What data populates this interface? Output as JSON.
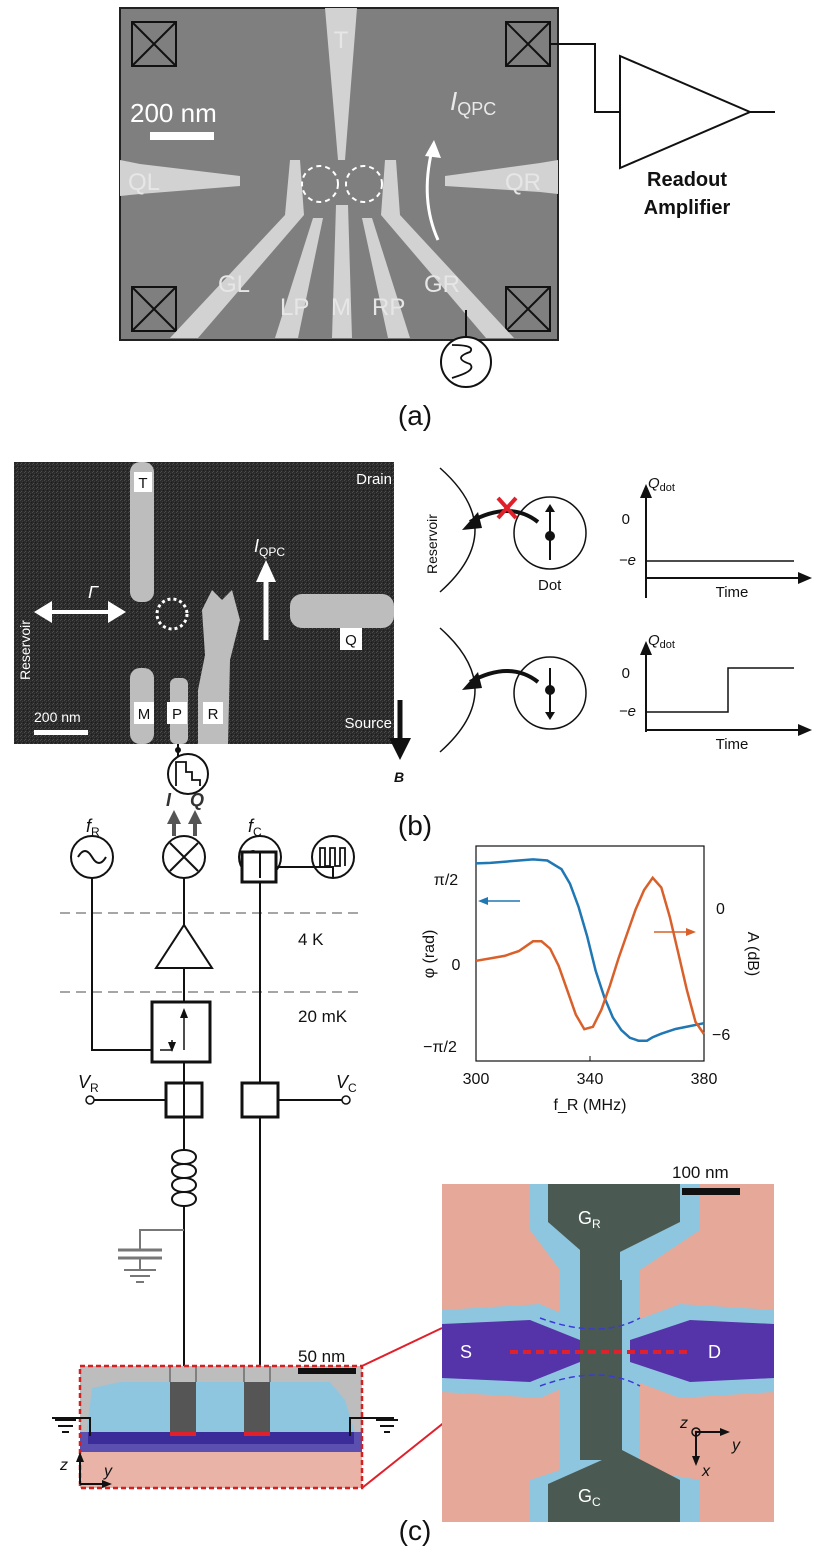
{
  "panel_a": {
    "caption": "(a)",
    "gates": {
      "T": "T",
      "QL": "QL",
      "QR": "QR",
      "GL": "GL",
      "LP": "LP",
      "M": "M",
      "RP": "RP",
      "GR": "GR"
    },
    "scale": "200 nm",
    "current": {
      "main": "I",
      "sub": "QPC"
    },
    "amp_line1": "Readout",
    "amp_line2": "Amplifier"
  },
  "panel_b": {
    "caption": "(b)",
    "labels": {
      "T": "T",
      "Q": "Q",
      "M": "M",
      "P": "P",
      "R": "R",
      "drain": "Drain",
      "source": "Source",
      "reservoir": "Reservoir",
      "gamma": "Γ"
    },
    "current": {
      "main": "I",
      "sub": "QPC"
    },
    "scale": "200 nm",
    "field": "B",
    "schematic": {
      "reservoir": "Reservoir",
      "dot": "Dot"
    },
    "plot": {
      "ylabel": "Q",
      "ysub": "dot",
      "xlabel": "Time",
      "zero": "0",
      "minus_e": "−e"
    }
  },
  "panel_c": {
    "caption": "(c)",
    "circuit": {
      "fR": "f",
      "fR_sub": "R",
      "fC": "f",
      "fC_sub": "C",
      "I": "I",
      "Q": "Q",
      "temp1": "4 K",
      "temp2": "20 mK",
      "VR": "V",
      "VR_sub": "R",
      "VC": "V",
      "VC_sub": "C",
      "scale": "50 nm",
      "z": "z",
      "y": "y"
    },
    "sem": {
      "GR": "G",
      "GR_sub": "R",
      "GC": "G",
      "GC_sub": "C",
      "S": "S",
      "D": "D",
      "scale": "100 nm",
      "z": "z",
      "y": "y",
      "x": "x"
    },
    "chart_data": {
      "type": "line",
      "xlabel": "f_R (MHz)",
      "ylabel_left": "φ (rad)",
      "ylabel_right": "A (dB)",
      "xticks": [
        "300",
        "340",
        "380"
      ],
      "yticks_left": [
        "π/2",
        "0",
        "−π/2"
      ],
      "yticks_right": [
        "0",
        "−6"
      ],
      "xlim": [
        300,
        380
      ],
      "ylim_left": [
        -1.85,
        1.85
      ],
      "ylim_right": [
        -7.4,
        1.4
      ],
      "series": [
        {
          "axis": "left",
          "color": "#1f77b4",
          "x": [
            300,
            305,
            310,
            315,
            320,
            325,
            330,
            333,
            336,
            339,
            342,
            345,
            348,
            351,
            354,
            357,
            360,
            362,
            365,
            370,
            375,
            380
          ],
          "y": [
            1.55,
            1.56,
            1.58,
            1.6,
            1.62,
            1.6,
            1.45,
            1.2,
            0.8,
            0.3,
            -0.3,
            -0.75,
            -1.1,
            -1.32,
            -1.45,
            -1.5,
            -1.5,
            -1.44,
            -1.38,
            -1.3,
            -1.25,
            -1.2
          ]
        },
        {
          "axis": "right",
          "color": "#d9602b",
          "x": [
            300,
            305,
            310,
            315,
            320,
            323,
            326,
            329,
            332,
            335,
            338,
            341,
            344,
            347,
            350,
            353,
            356,
            359,
            362,
            365,
            368,
            371,
            374,
            377,
            380
          ],
          "y": [
            -3.3,
            -3.2,
            -3.1,
            -2.9,
            -2.5,
            -2.5,
            -2.8,
            -3.5,
            -4.5,
            -5.5,
            -6.1,
            -6.0,
            -5.3,
            -4.3,
            -3.2,
            -2.2,
            -1.2,
            -0.4,
            0.1,
            -0.3,
            -1.5,
            -3.0,
            -4.5,
            -5.8,
            -6.3
          ]
        }
      ]
    }
  }
}
